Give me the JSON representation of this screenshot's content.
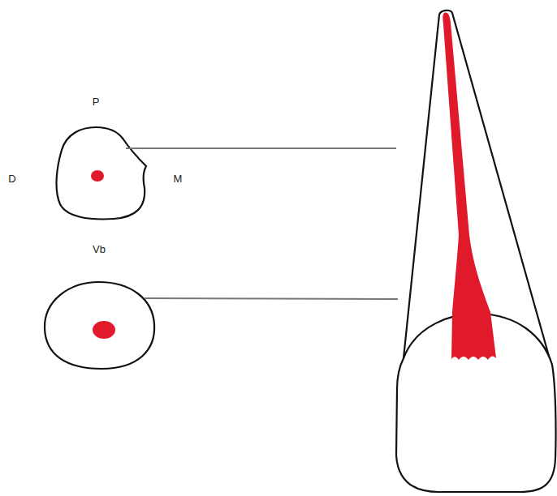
{
  "diagram": {
    "labels": [
      "P",
      "D",
      "M",
      "Vb"
    ]
  }
}
